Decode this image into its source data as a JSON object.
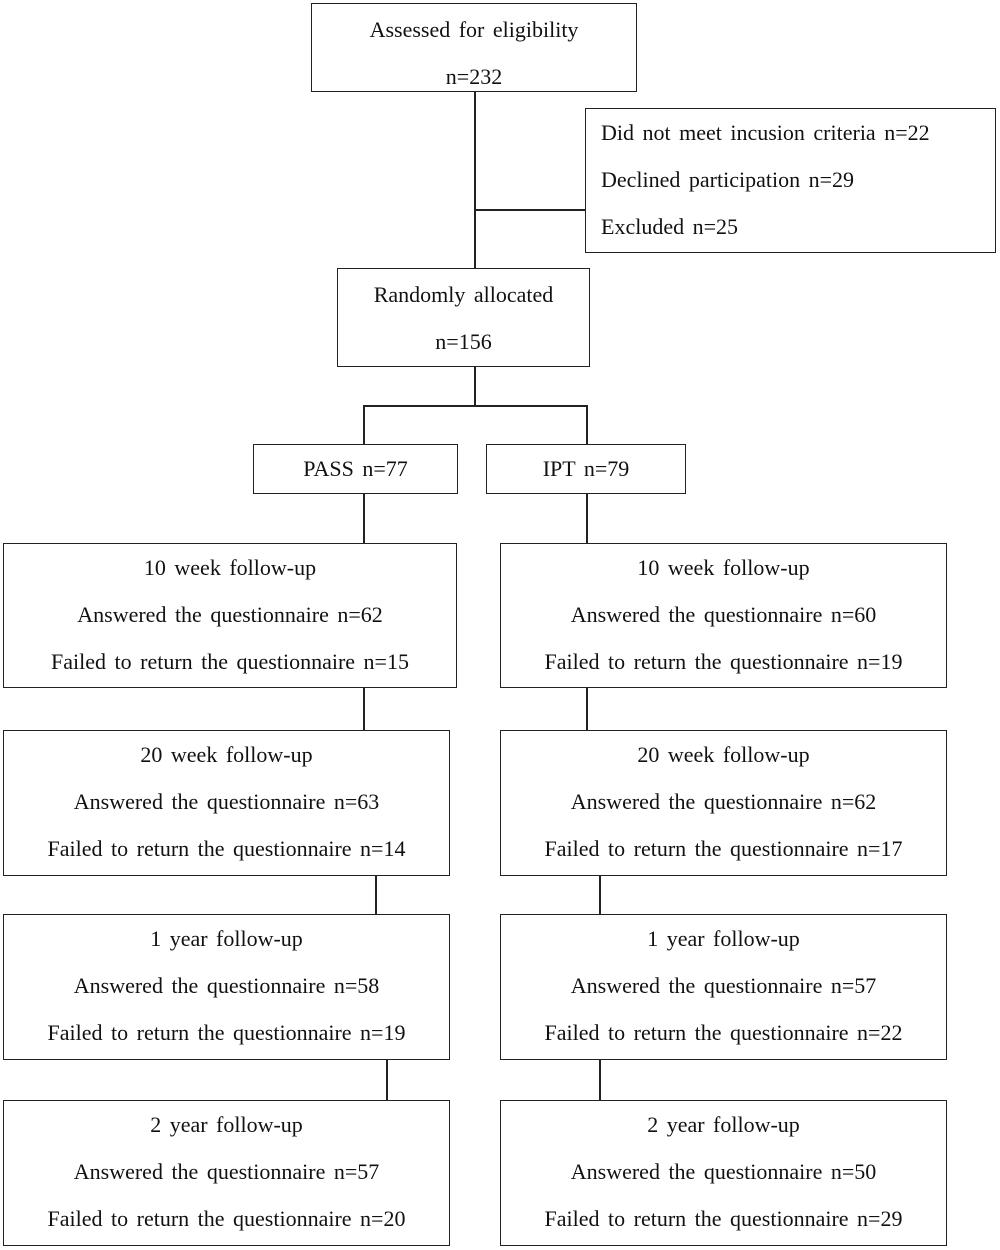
{
  "eligibility": {
    "title": "Assessed for eligibility",
    "n": "n=232"
  },
  "exclusions": [
    "Did not meet incusion criteria n=22",
    "Declined participation n=29",
    "Excluded n=25"
  ],
  "allocation": {
    "title": "Randomly allocated",
    "n": "n=156"
  },
  "arms": [
    {
      "label": "PASS n=77",
      "followups": [
        {
          "title": "10 week follow-up",
          "answered": "Answered the questionnaire n=62",
          "failed": "Failed to return the questionnaire n=15"
        },
        {
          "title": "20 week follow-up",
          "answered": "Answered the questionnaire n=63",
          "failed": "Failed to return the questionnaire n=14"
        },
        {
          "title": "1 year follow-up",
          "answered": "Answered the questionnaire n=58",
          "failed": "Failed to return the questionnaire n=19"
        },
        {
          "title": "2 year follow-up",
          "answered": "Answered the questionnaire n=57",
          "failed": "Failed to return the questionnaire n=20"
        }
      ]
    },
    {
      "label": "IPT n=79",
      "followups": [
        {
          "title": "10 week follow-up",
          "answered": "Answered the questionnaire n=60",
          "failed": "Failed to return the questionnaire n=19"
        },
        {
          "title": "20 week follow-up",
          "answered": "Answered the questionnaire n=62",
          "failed": "Failed to return the questionnaire n=17"
        },
        {
          "title": "1 year follow-up",
          "answered": "Answered the questionnaire n=57",
          "failed": "Failed to return the questionnaire n=22"
        },
        {
          "title": "2 year follow-up",
          "answered": "Answered the questionnaire n=50",
          "failed": "Failed to return the questionnaire n=29"
        }
      ]
    }
  ]
}
